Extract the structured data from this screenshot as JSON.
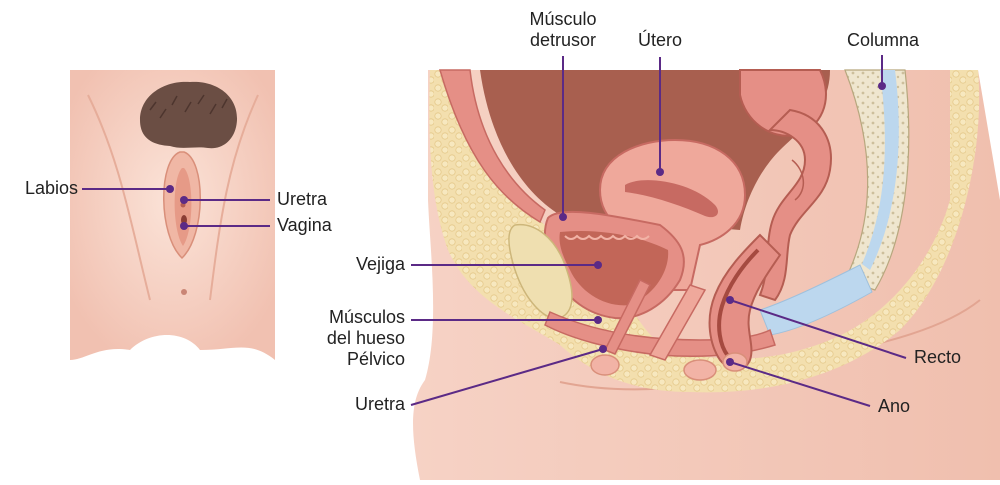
{
  "colors": {
    "leader": "#5b2a86",
    "skin": "#f5cdbf",
    "skin_light": "#fbe3d8",
    "skin_shade": "#e9a994",
    "tissue_yellow": "#f2dc9e",
    "muscle_pink": "#e58f86",
    "muscle_dark": "#c76a62",
    "hair": "#6b4e44",
    "bone_blue": "#bcd7ee",
    "text": "#222222"
  },
  "labels": {
    "labios": "Labios",
    "uretra_left": "Uretra",
    "vagina": "Vagina",
    "musculo_detrusor": [
      "Músculo",
      "detrusor"
    ],
    "utero": "Útero",
    "columna": "Columna",
    "vejiga": "Vejiga",
    "musculos_hueso_pelvico": [
      "Músculos",
      "del hueso",
      "Pélvico"
    ],
    "uretra_right": "Uretra",
    "recto": "Recto",
    "ano": "Ano"
  }
}
